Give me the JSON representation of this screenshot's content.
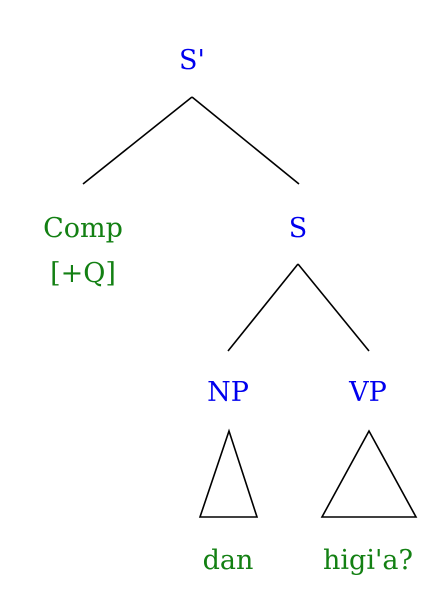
{
  "colors": {
    "category": "#0000ee",
    "terminal": "#138013",
    "line": "#000000"
  },
  "nodes": {
    "root": "S'",
    "comp": "Comp",
    "comp_feature": "[+Q]",
    "s": "S",
    "np": "NP",
    "vp": "VP",
    "np_word": "dan",
    "vp_word": "higi'a?"
  }
}
